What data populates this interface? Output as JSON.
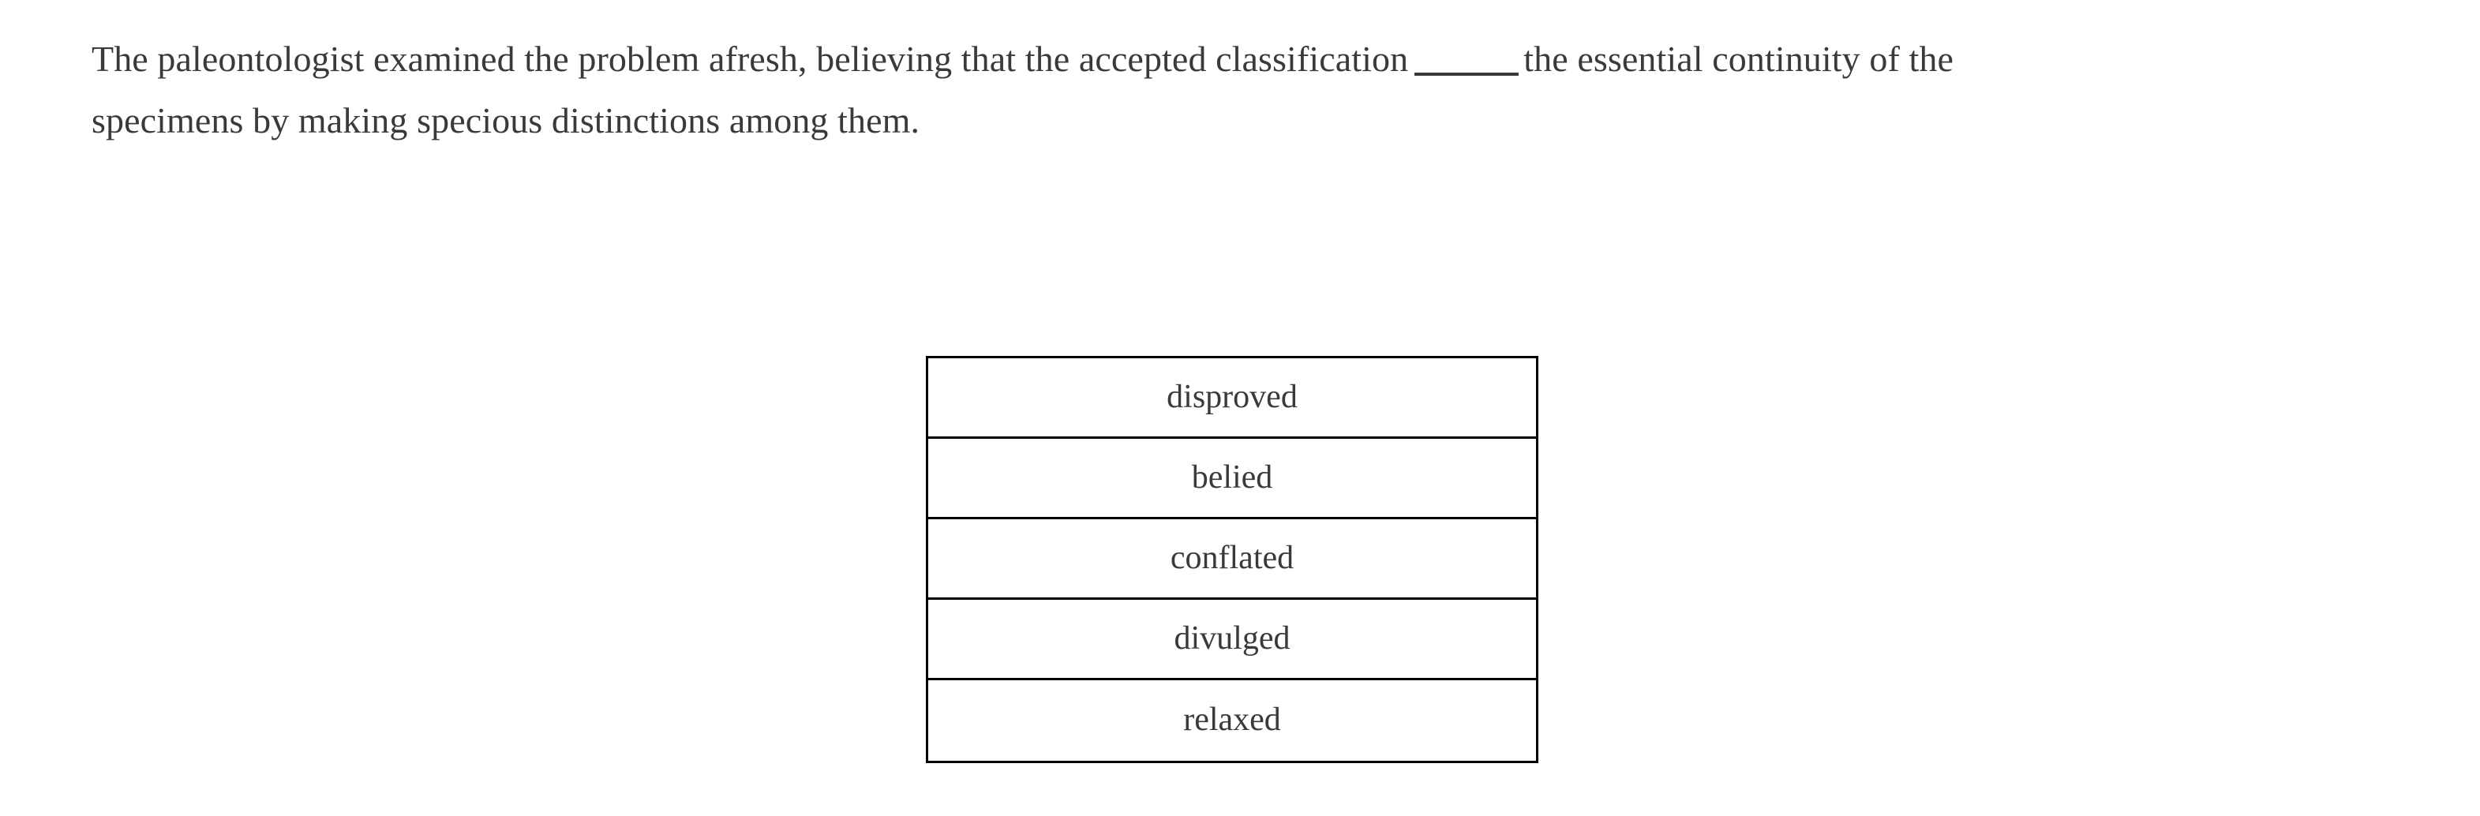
{
  "question": {
    "stem_line_1_before_blank": "The paleontologist examined the problem afresh, believing that the accepted classification",
    "blank": "______",
    "stem_line_1_after_blank": "the essential continuity of the",
    "stem_line_2": "specimens by making specious distinctions among them.",
    "full_text": "The paleontologist examined the problem afresh, believing that the accepted classification ______ the essential continuity of the specimens by making specious distinctions among them."
  },
  "answer_choices": {
    "options": [
      {
        "label": "disproved"
      },
      {
        "label": "belied"
      },
      {
        "label": "conflated"
      },
      {
        "label": "divulged"
      },
      {
        "label": "relaxed"
      }
    ]
  },
  "colors": {
    "text": "#3a3a3a",
    "border": "#000000",
    "background": "#ffffff"
  }
}
